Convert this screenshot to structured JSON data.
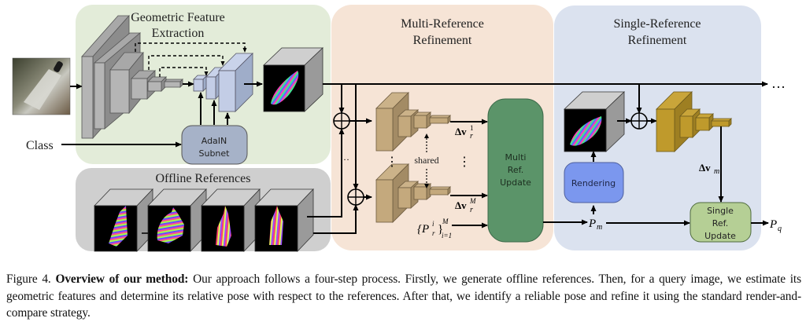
{
  "panels": {
    "geometric": {
      "title_line1": "Geometric Feature",
      "title_line2": "Extraction",
      "color": "#e3ecd9"
    },
    "offline": {
      "title": "Offline References",
      "color": "#cfcfcf"
    },
    "multi": {
      "title_line1": "Multi-Reference",
      "title_line2": "Refinement",
      "color": "#f6e4d6"
    },
    "single": {
      "title_line1": "Single-Reference",
      "title_line2": "Refinement",
      "color": "#dbe2ef"
    }
  },
  "inputs": {
    "class_label": "Class",
    "query_image": "query-image-thumbnail"
  },
  "modules": {
    "adain": {
      "line1": "AdaIN",
      "line2": "Subnet",
      "color": "#a6b2c8"
    },
    "multi_update": {
      "line1": "Multi",
      "line2": "Ref.",
      "line3": "Update",
      "color": "#5b9469"
    },
    "rendering": {
      "label": "Rendering",
      "color": "#7b97ee"
    },
    "single_update": {
      "line1": "Single",
      "line2": "Ref.",
      "line3": "Update",
      "color": "#b5cf95"
    }
  },
  "labels": {
    "shared": "shared",
    "delta_v": "Δv",
    "delta_v1_sub": "r",
    "delta_v1_sup": "1",
    "delta_vM_sub": "r",
    "delta_vM_sup": "M",
    "refs_set": "{P",
    "refs_set_sup": "i",
    "refs_set_sub": "r",
    "refs_set_close": "}",
    "refs_set_upper": "M",
    "refs_set_lower": "i=1",
    "delta_vm_sub": "m",
    "pm": "P",
    "pm_sub": "m",
    "pq": "P",
    "pq_sub": "q",
    "ellipsis": "…",
    "vdots": "⋮",
    "hdots": "···"
  },
  "caption": {
    "figure_label": "Figure 4.",
    "bold_title": "Overview of our method:",
    "text": " Our approach follows a four-step process. Firstly, we generate offline references. Then, for a query image, we estimate its geometric features and determine its relative pose with respect to the references. After that, we identify a reliable pose and refine it using the standard render-and-compare strategy."
  }
}
